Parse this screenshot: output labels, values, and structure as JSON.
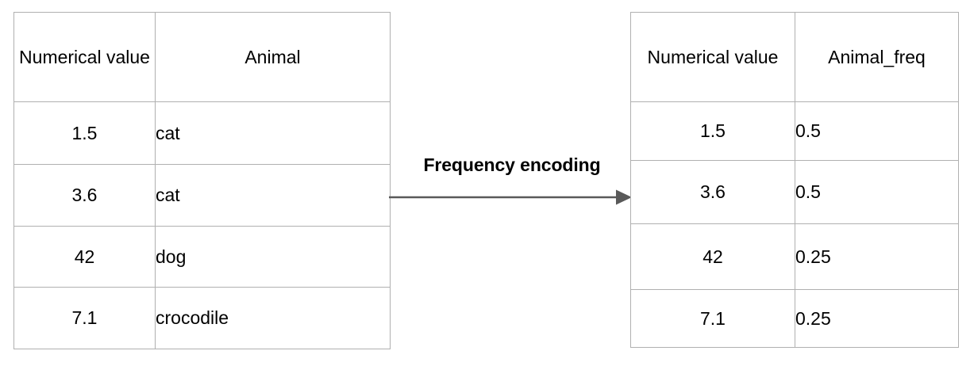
{
  "diagram": {
    "title": "Frequency encoding",
    "arrow": {
      "name": "rightwards-arrow",
      "color": "#595959",
      "direction": "left-to-right"
    }
  },
  "source_table": {
    "name": "source-table",
    "columns": [
      "Numerical value",
      "Animal"
    ],
    "rows": [
      {
        "numerical_value": "1.5",
        "animal": "cat"
      },
      {
        "numerical_value": "3.6",
        "animal": "cat"
      },
      {
        "numerical_value": "42",
        "animal": "dog"
      },
      {
        "numerical_value": "7.1",
        "animal": "crocodile"
      }
    ]
  },
  "encoded_table": {
    "name": "encoded-table",
    "columns": [
      "Numerical value",
      "Animal_freq"
    ],
    "rows": [
      {
        "numerical_value": "1.5",
        "animal_freq": "0.5"
      },
      {
        "numerical_value": "3.6",
        "animal_freq": "0.5"
      },
      {
        "numerical_value": "42",
        "animal_freq": "0.25"
      },
      {
        "numerical_value": "7.1",
        "animal_freq": "0.25"
      }
    ]
  },
  "style": {
    "border_color": "#b0b0b0",
    "text_color": "#000000",
    "background": "#ffffff"
  }
}
